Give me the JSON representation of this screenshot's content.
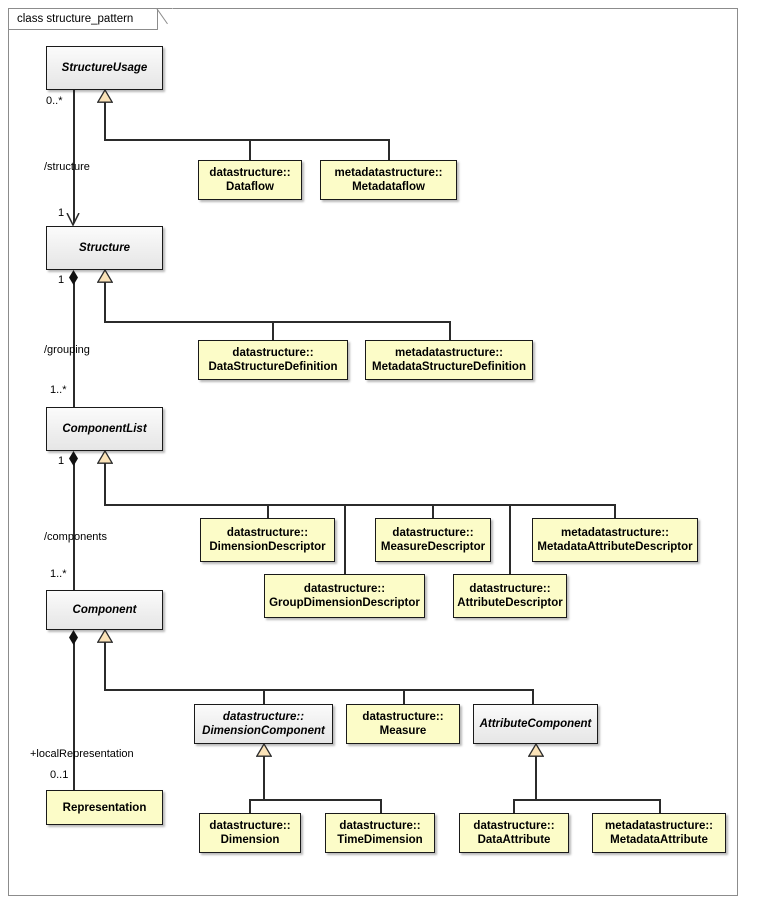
{
  "diagram": {
    "title": "class structure_pattern",
    "kind": "uml-class-diagram",
    "colors": {
      "abstract_fill": "#EEEEEE",
      "concrete_fill": "#FCFCC8",
      "border": "#1A1A1A",
      "line": "#2B2B2B",
      "triangle_fill": "#FBE3B8",
      "frame_border": "#8C8C8C"
    }
  },
  "nodes": {
    "structure_usage": {
      "name": "StructureUsage",
      "abstract": true
    },
    "structure": {
      "name": "Structure",
      "abstract": true
    },
    "component_list": {
      "name": "ComponentList",
      "abstract": true
    },
    "component": {
      "name": "Component",
      "abstract": true
    },
    "representation": {
      "name": "Representation",
      "abstract": false
    },
    "dataflow": {
      "pkg": "datastructure::",
      "name": "Dataflow",
      "abstract": false
    },
    "metadataflow": {
      "pkg": "metadatastructure::",
      "name": "Metadataflow",
      "abstract": false
    },
    "dsd": {
      "pkg": "datastructure::",
      "name": "DataStructureDefinition",
      "abstract": false
    },
    "msd": {
      "pkg": "metadatastructure::",
      "name": "MetadataStructureDefinition",
      "abstract": false
    },
    "dimension_descriptor": {
      "pkg": "datastructure::",
      "name": "DimensionDescriptor",
      "abstract": false
    },
    "measure_descriptor": {
      "pkg": "datastructure::",
      "name": "MeasureDescriptor",
      "abstract": false
    },
    "metadata_attr_descriptor": {
      "pkg": "metadatastructure::",
      "name": "MetadataAttributeDescriptor",
      "abstract": false
    },
    "group_dimension_descriptor": {
      "pkg": "datastructure::",
      "name": "GroupDimensionDescriptor",
      "abstract": false
    },
    "attribute_descriptor": {
      "pkg": "datastructure::",
      "name": "AttributeDescriptor",
      "abstract": false
    },
    "dimension_component": {
      "pkg": "datastructure::",
      "name": "DimensionComponent",
      "abstract": true
    },
    "measure": {
      "pkg": "datastructure::",
      "name": "Measure",
      "abstract": false
    },
    "attribute_component": {
      "pkg": "",
      "name": "AttributeComponent",
      "abstract": true
    },
    "dimension": {
      "pkg": "datastructure::",
      "name": "Dimension",
      "abstract": false
    },
    "time_dimension": {
      "pkg": "datastructure::",
      "name": "TimeDimension",
      "abstract": false
    },
    "data_attribute": {
      "pkg": "datastructure::",
      "name": "DataAttribute",
      "abstract": false
    },
    "metadata_attribute": {
      "pkg": "metadatastructure::",
      "name": "MetadataAttribute",
      "abstract": false
    }
  },
  "edge_labels": {
    "structure_usage_mult": "0..*",
    "structure_role": "/structure",
    "structure_mult": "1",
    "structure_own_mult": "1",
    "grouping_role": "/grouping",
    "component_list_mult": "1..*",
    "component_list_own_mult": "1",
    "components_role": "/components",
    "component_mult": "1..*",
    "local_representation_role": "+localRepresentation",
    "representation_mult": "0..1"
  }
}
